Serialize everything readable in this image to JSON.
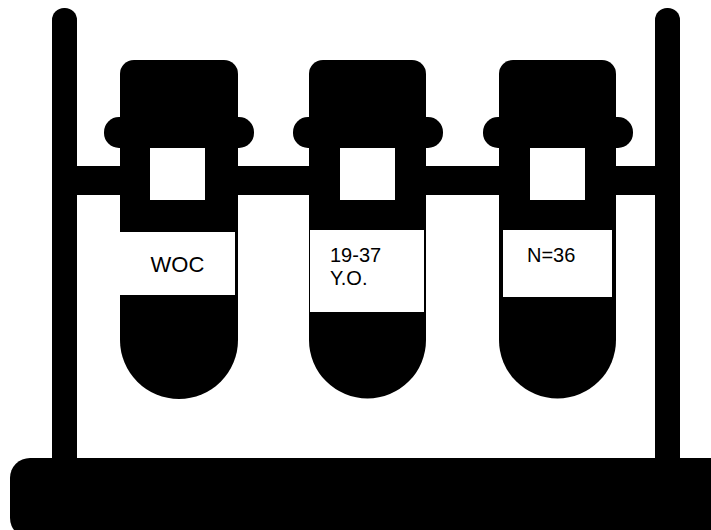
{
  "diagram": {
    "nodes": [
      {
        "text": [
          "WOC"
        ]
      },
      {
        "text": [
          "19-37 Y.O."
        ]
      },
      {
        "text": [
          "N=36"
        ]
      }
    ]
  }
}
